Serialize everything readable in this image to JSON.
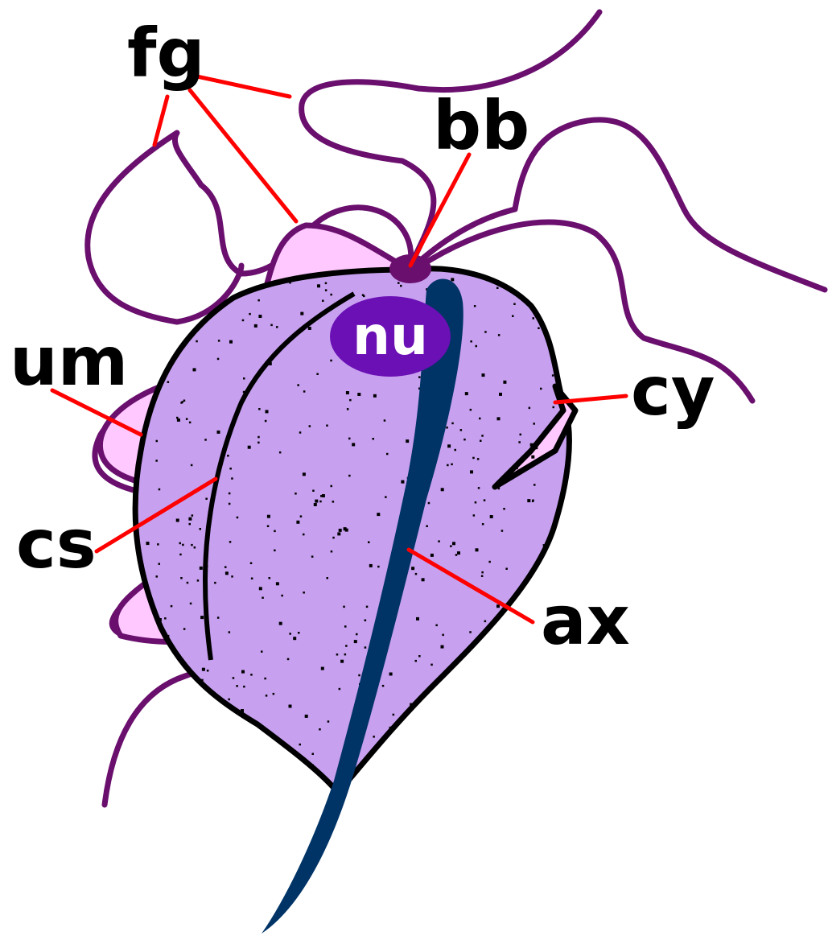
{
  "diagram": {
    "labels": {
      "fg": "fg",
      "bb": "bb",
      "nu": "nu",
      "um": "um",
      "cy": "cy",
      "cs": "cs",
      "ax": "ax"
    },
    "colors": {
      "body_fill": "#c8a0f0",
      "membrane_fill": "#ffc8ff",
      "flagella": "#6a0f6e",
      "nucleus": "#6a10b4",
      "axostyle": "#003366",
      "outline": "#000000",
      "leader_line": "#ff0000",
      "label_text": "#000000",
      "nucleus_text": "#ffffff"
    }
  }
}
